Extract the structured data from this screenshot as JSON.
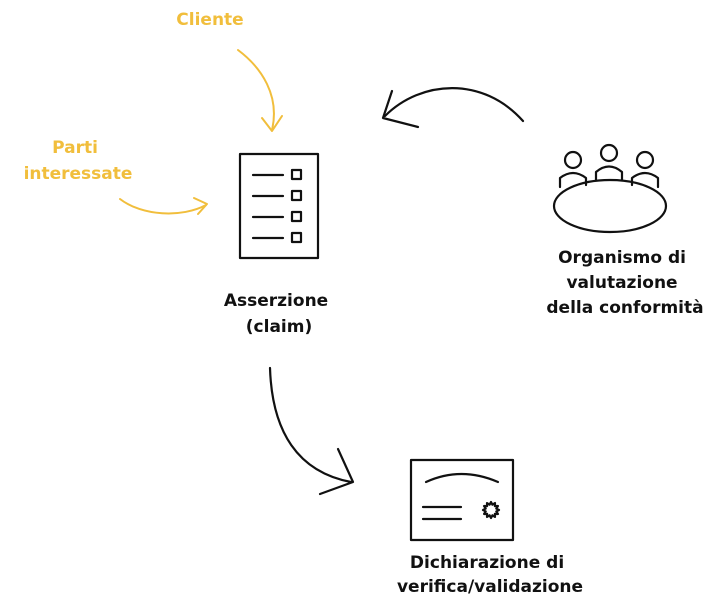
{
  "colors": {
    "accent": "#F1BE3C",
    "ink": "#111111",
    "background": "#FFFFFF"
  },
  "labels": {
    "client": "Cliente",
    "stakeholders_line1": "Parti",
    "stakeholders_line2": "interessate",
    "claim_line1": "Asserzione",
    "claim_line2": "(claim)",
    "body_line1": "Organismo di",
    "body_line2": "valutazione",
    "body_line3": "della conformità",
    "declaration_line1": "Dichiarazione di",
    "declaration_line2": "verifica/validazione"
  },
  "icons": {
    "claim": "checklist-document-icon",
    "body": "meeting-table-icon",
    "declaration": "certificate-icon"
  }
}
